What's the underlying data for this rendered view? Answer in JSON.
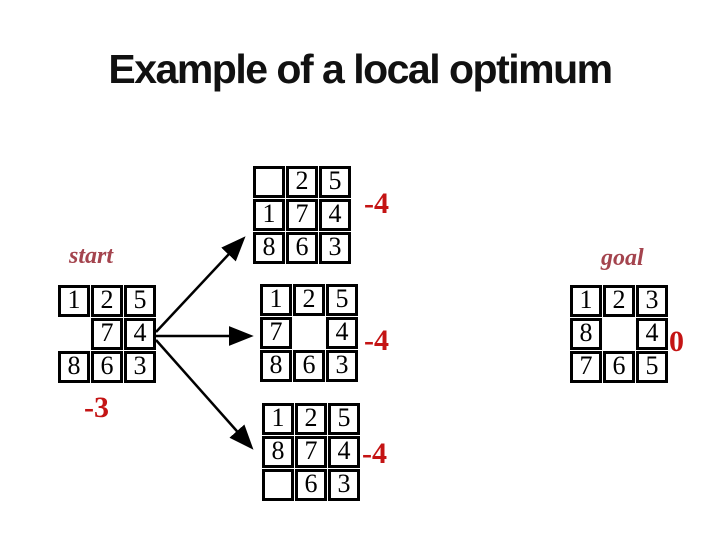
{
  "slide": {
    "title": "Example of a local optimum",
    "background": "#FFFFFF",
    "colors": {
      "title": "#111111",
      "state_label": "#A4444E",
      "score": "#C41414",
      "tile_border": "#000000"
    }
  },
  "diagram": {
    "start_label": "start",
    "goal_label": "goal",
    "grids": {
      "start": {
        "score": "-3",
        "blank_style": "open",
        "rows": [
          [
            "1",
            "2",
            "5"
          ],
          [
            "",
            "7",
            "4"
          ],
          [
            "8",
            "6",
            "3"
          ]
        ]
      },
      "succ_top": {
        "score": "-4",
        "blank_style": "boxed",
        "rows": [
          [
            "",
            "2",
            "5"
          ],
          [
            "1",
            "7",
            "4"
          ],
          [
            "8",
            "6",
            "3"
          ]
        ]
      },
      "succ_middle": {
        "score": "-4",
        "blank_style": "open",
        "rows": [
          [
            "1",
            "2",
            "5"
          ],
          [
            "7",
            "",
            "4"
          ],
          [
            "8",
            "6",
            "3"
          ]
        ]
      },
      "succ_bottom": {
        "score": "-4",
        "blank_style": "boxed",
        "rows": [
          [
            "1",
            "2",
            "5"
          ],
          [
            "8",
            "7",
            "4"
          ],
          [
            "",
            "6",
            "3"
          ]
        ]
      },
      "goal": {
        "score": "0",
        "blank_style": "open",
        "rows": [
          [
            "1",
            "2",
            "3"
          ],
          [
            "8",
            "",
            "4"
          ],
          [
            "7",
            "6",
            "5"
          ]
        ]
      }
    }
  }
}
